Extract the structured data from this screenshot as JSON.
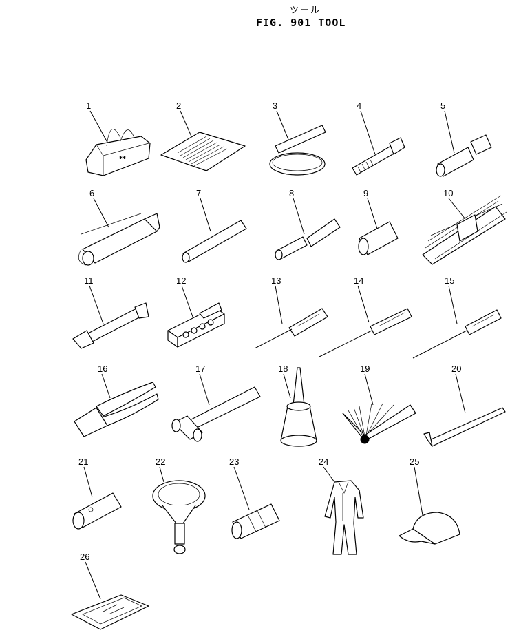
{
  "title_jp": "ツール",
  "title": "FIG. 901  TOOL",
  "items": [
    "1",
    "2",
    "3",
    "4",
    "5",
    "6",
    "7",
    "8",
    "9",
    "10",
    "11",
    "12",
    "13",
    "14",
    "15",
    "16",
    "17",
    "18",
    "19",
    "20",
    "21",
    "22",
    "23",
    "24",
    "25",
    "26"
  ]
}
